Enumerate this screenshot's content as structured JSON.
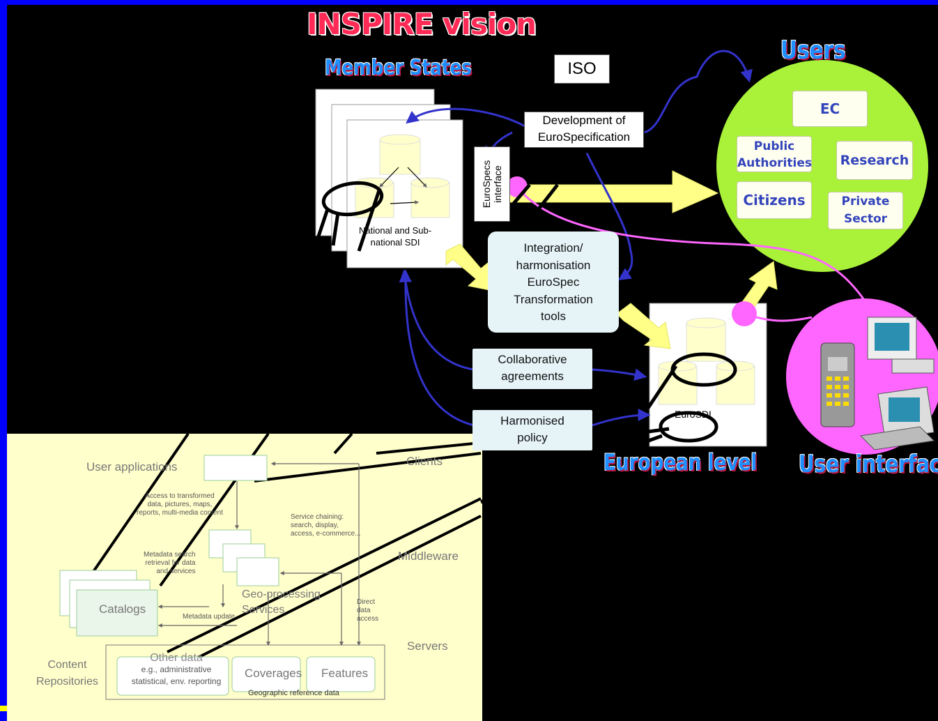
{
  "title": "INSPIRE vision",
  "member_states": "Member States",
  "users_title": "Users",
  "iso": "ISO",
  "development": [
    "Development of",
    "EuroSpecification"
  ],
  "eurospecs_interface": [
    "EuroSpecs",
    "interface"
  ],
  "national_sdi": [
    "National and Sub-",
    "national SDI"
  ],
  "integration": [
    "Integration/",
    "harmonisation",
    "EuroSpec",
    "Transformation",
    "tools"
  ],
  "collaborative": [
    "Collaborative",
    "agreements"
  ],
  "harmonised": [
    "Harmonised",
    "policy"
  ],
  "european_level": "European level",
  "eurosdi": "EuroSDI",
  "user_interfaces": "User interfaces",
  "users": {
    "ec": "EC",
    "public": [
      "Public",
      "Authorities"
    ],
    "research": "Research",
    "citizens": "Citizens",
    "private": [
      "Private",
      "Sector"
    ]
  },
  "arch": {
    "user_applications": "User applications",
    "clients": "Clients",
    "access": [
      "Access to transformed",
      "data, pictures, maps,",
      "reports, multi-media content"
    ],
    "chaining": [
      "Service chaining:",
      "search, display,",
      "access, e-commerce..."
    ],
    "middleware": "Middleware",
    "metadata_search": [
      "Metadata search",
      "retrieval for data",
      "and services"
    ],
    "geoprocessing": [
      "Geo-processing",
      "Services"
    ],
    "catalogs": "Catalogs",
    "metadata_update": "Metadata update",
    "direct": [
      "Direct",
      "data",
      "access"
    ],
    "servers": "Servers",
    "content": [
      "Content",
      "Repositories"
    ],
    "other": [
      "Other data",
      "e.g., administrative",
      "statistical, env. reporting"
    ],
    "coverages": "Coverages",
    "features": "Features",
    "geo_ref": "Geographic reference data"
  },
  "colors": {
    "frame": "#0000ff",
    "users_circle": "#aaf23a",
    "ui_circle": "#ff66ff",
    "arrow_yellow": "#ffff88",
    "arrow_blue": "#3333cc",
    "arch_bg": "#ffffcc"
  }
}
